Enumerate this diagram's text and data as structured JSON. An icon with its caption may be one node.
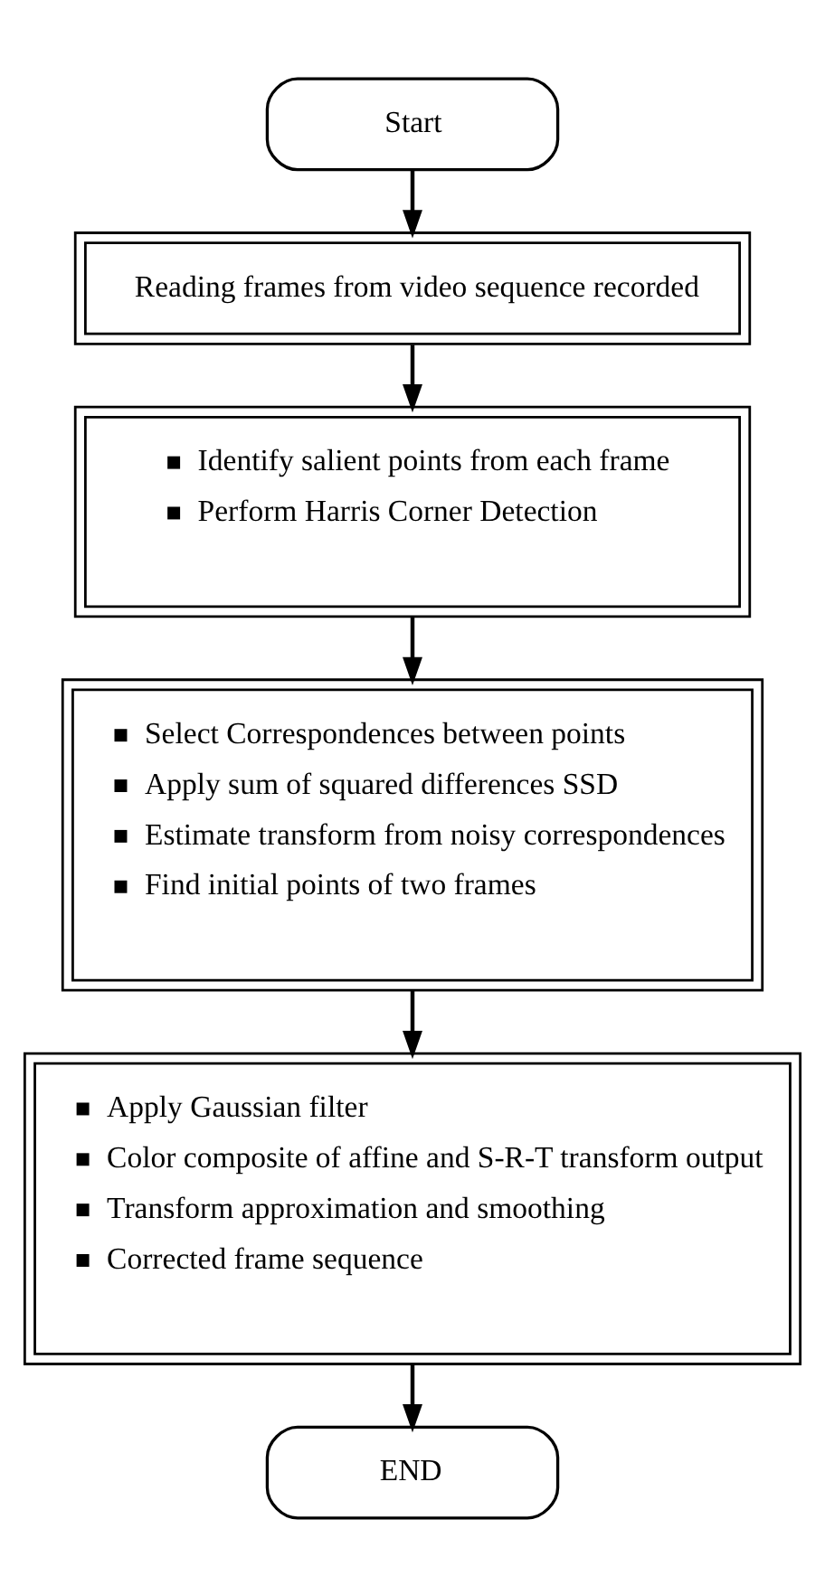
{
  "diagram": {
    "nodes": [
      {
        "text": [
          "Start"
        ]
      },
      {
        "text": [
          "Reading frames from video sequence recorded"
        ]
      },
      {
        "text": [
          "Identify salient points from each frame",
          "Perform Harris Corner Detection"
        ]
      },
      {
        "text": [
          "Select Correspondences between points",
          "Apply sum of squared differences SSD",
          "Estimate transform from noisy correspondences",
          "Find initial points of two frames"
        ]
      },
      {
        "text": [
          "Apply Gaussian filter",
          "Color composite of affine and S-R-T transform output",
          "Transform approximation and smoothing",
          "Corrected frame sequence"
        ]
      },
      {
        "text": [
          "END"
        ]
      }
    ],
    "edges": [
      {
        "from": 0,
        "to": 1,
        "arrow": "to"
      },
      {
        "from": 1,
        "to": 2,
        "arrow": "to"
      },
      {
        "from": 2,
        "to": 3,
        "arrow": "to"
      },
      {
        "from": 3,
        "to": 4,
        "arrow": "to"
      },
      {
        "from": 4,
        "to": 5,
        "arrow": "to"
      }
    ]
  }
}
